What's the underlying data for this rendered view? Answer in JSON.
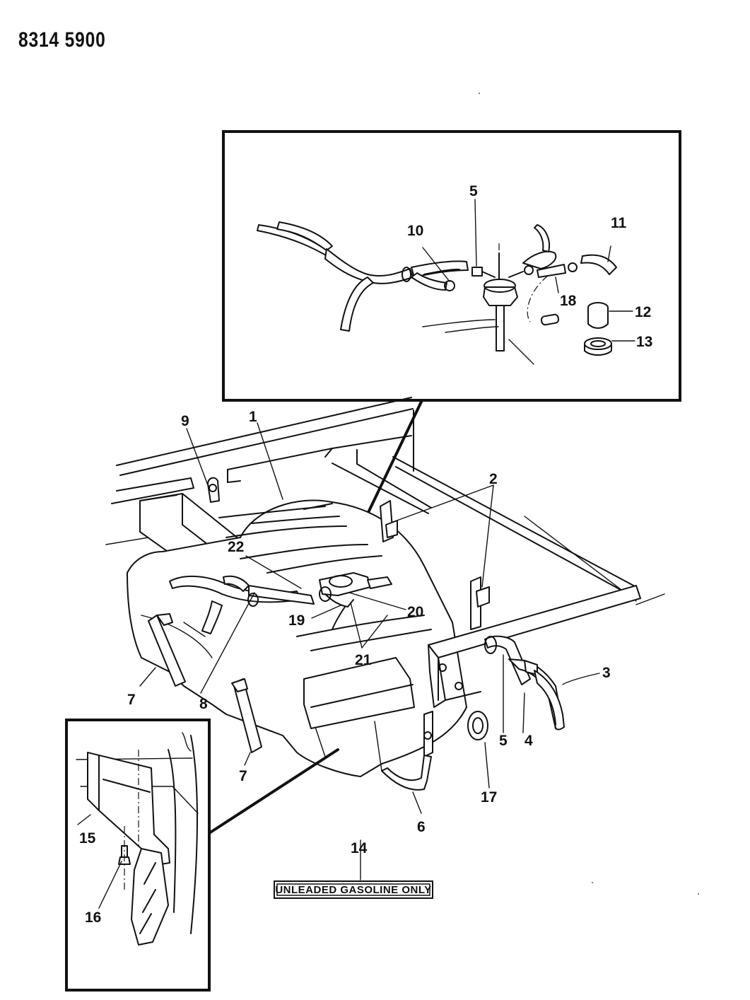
{
  "document": {
    "id": "8314 5900",
    "decal_text": "UNLEADED GASOLINE ONLY"
  },
  "callouts": {
    "c1": "1",
    "c2": "2",
    "c3": "3",
    "c4": "4",
    "c5": "5",
    "c5b": "5",
    "c6": "6",
    "c7": "7",
    "c7b": "7",
    "c8": "8",
    "c9": "9",
    "c10": "10",
    "c11": "11",
    "c12": "12",
    "c13": "13",
    "c14": "14",
    "c15": "15",
    "c16": "16",
    "c17": "17",
    "c18": "18",
    "c19": "19",
    "c20": "20",
    "c21": "21",
    "c22": "22"
  }
}
